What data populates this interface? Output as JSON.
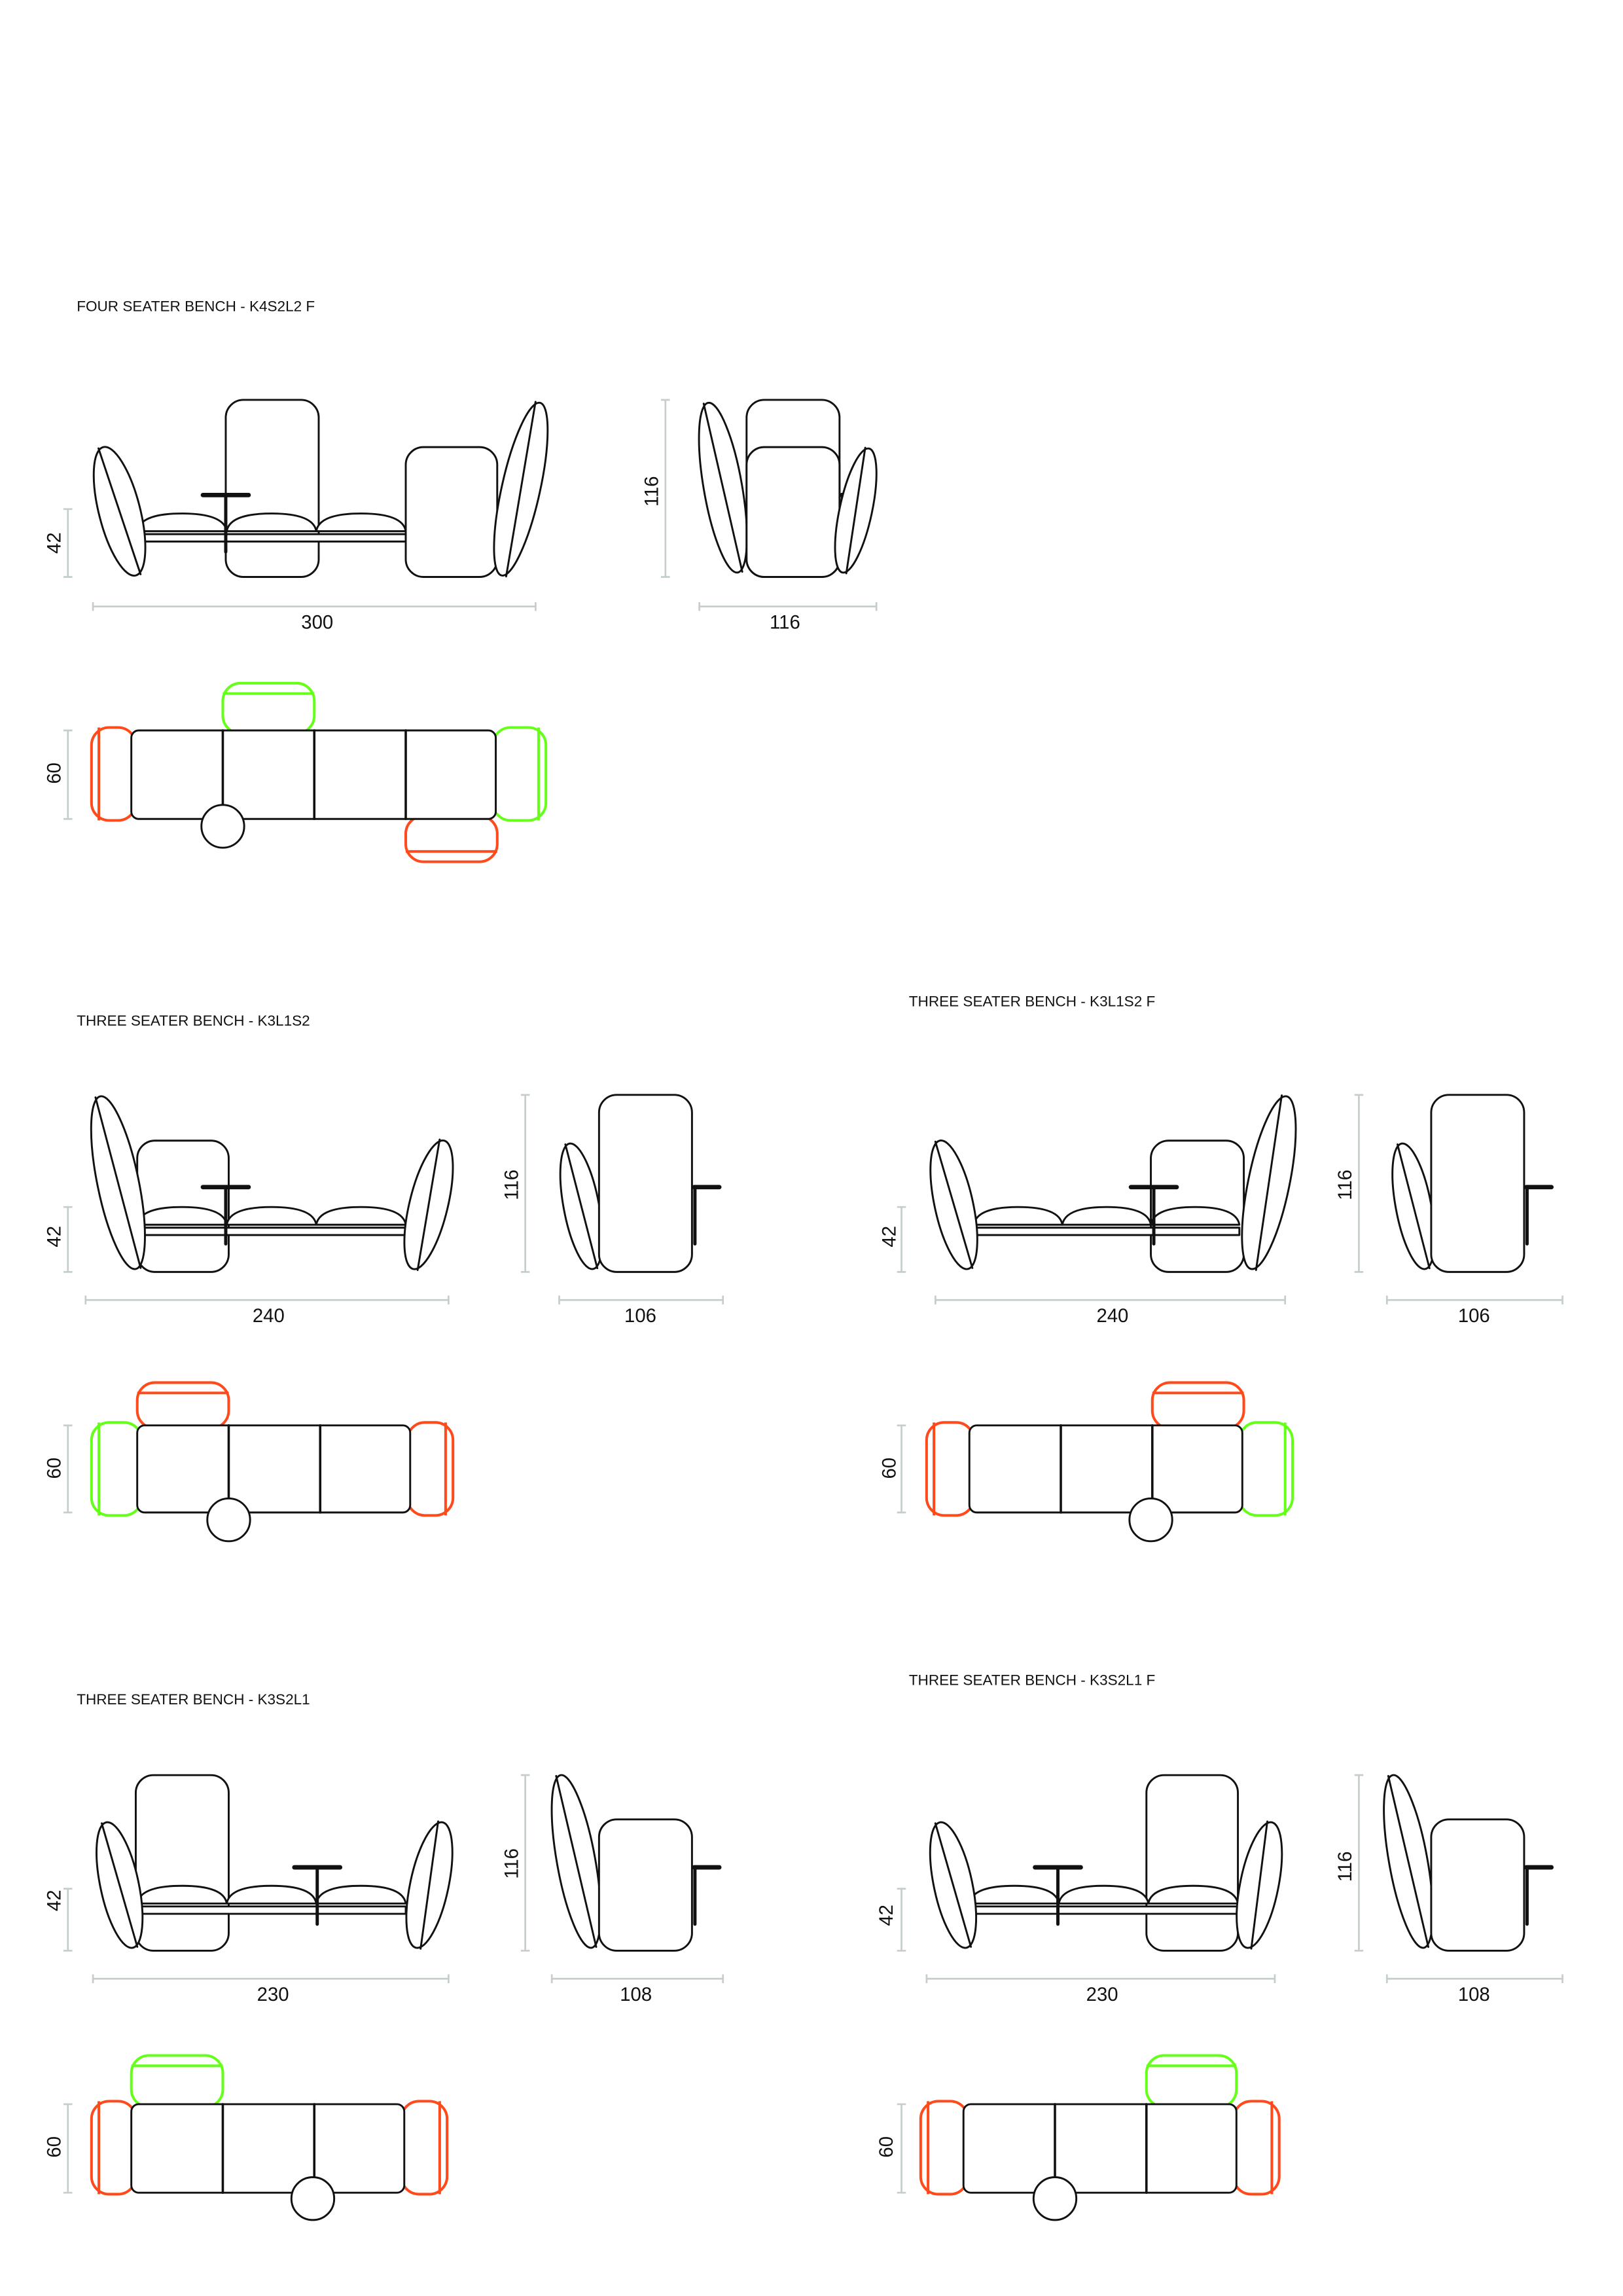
{
  "colors": {
    "line": "#111111",
    "orange": "#ff4a1c",
    "green": "#66ff1a",
    "dimension": "#c5cdcd"
  },
  "sections": [
    {
      "title": "FOUR SEATER BENCH - K4S2L2 F",
      "seat_height": "42",
      "width": "300",
      "total_height": "116",
      "depth": "116",
      "plan_depth": "60"
    },
    {
      "title": "THREE SEATER BENCH - K3L1S2",
      "seat_height": "42",
      "width": "240",
      "total_height": "116",
      "depth": "106",
      "plan_depth": "60"
    },
    {
      "title": "THREE SEATER BENCH - K3L1S2 F",
      "seat_height": "42",
      "width": "240",
      "total_height": "116",
      "depth": "106",
      "plan_depth": "60"
    },
    {
      "title": "THREE SEATER BENCH - K3S2L1",
      "seat_height": "42",
      "width": "230",
      "total_height": "116",
      "depth": "108",
      "plan_depth": "60"
    },
    {
      "title": "THREE SEATER BENCH - K3S2L1 F",
      "seat_height": "42",
      "width": "230",
      "total_height": "116",
      "depth": "108",
      "plan_depth": "60"
    }
  ]
}
